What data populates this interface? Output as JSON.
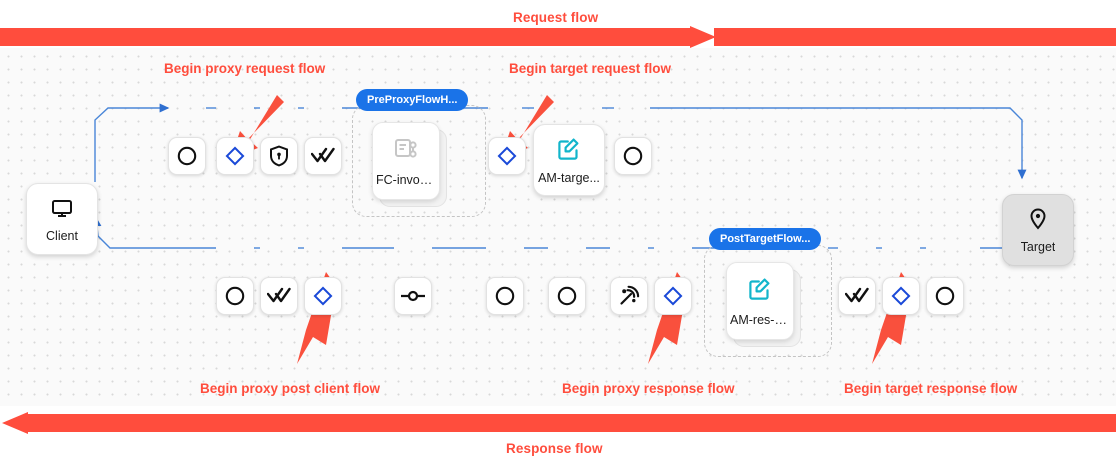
{
  "colors": {
    "red": "#ff4d3d",
    "blue": "#1a73e8",
    "edge": "#4a86d8",
    "teal": "#12b5cb",
    "grey_node": "#e0e0e0"
  },
  "flow_bars": {
    "request": {
      "label": "Request flow",
      "direction": "right"
    },
    "response": {
      "label": "Response flow",
      "direction": "left"
    }
  },
  "annotations": [
    {
      "id": "begin-proxy-request-flow",
      "label": "Begin proxy request flow"
    },
    {
      "id": "begin-target-request-flow",
      "label": "Begin target request flow"
    },
    {
      "id": "begin-proxy-post-client-flow",
      "label": "Begin proxy post client flow"
    },
    {
      "id": "begin-proxy-response-flow",
      "label": "Begin proxy response flow"
    },
    {
      "id": "begin-target-response-flow",
      "label": "Begin target response flow"
    }
  ],
  "endpoints": {
    "client": {
      "label": "Client",
      "icon": "monitor-icon"
    },
    "target": {
      "label": "Target",
      "icon": "location-pin-icon"
    }
  },
  "hook_groups": [
    {
      "id": "pre-proxy-flow-hook",
      "pill": "PreProxyFlowH...",
      "policy": {
        "label": "FC-invok...",
        "icon": "flow-callout-icon",
        "disabled": true
      }
    },
    {
      "id": "post-target-flow-hook",
      "pill": "PostTargetFlow...",
      "policy": {
        "label": "AM-res-h...",
        "icon": "assign-message-icon",
        "disabled": false
      }
    }
  ],
  "policies": [
    {
      "id": "am-target",
      "label": "AM-targe...",
      "icon": "assign-message-icon"
    }
  ],
  "top_row_steps": [
    {
      "id": "step-circle-1",
      "icon": "circle-icon"
    },
    {
      "id": "step-diamond-1",
      "icon": "diamond-icon"
    },
    {
      "id": "step-shield-lock",
      "icon": "shield-lock-icon"
    },
    {
      "id": "step-double-check-1",
      "icon": "double-check-icon"
    }
  ],
  "top_row_steps_2": [
    {
      "id": "step-diamond-2",
      "icon": "diamond-icon"
    }
  ],
  "top_row_steps_3": [
    {
      "id": "step-circle-2",
      "icon": "circle-icon"
    }
  ],
  "bottom_row_steps": [
    {
      "id": "step-circle-3",
      "icon": "circle-icon"
    },
    {
      "id": "step-double-check-2",
      "icon": "double-check-icon"
    },
    {
      "id": "step-diamond-3",
      "icon": "diamond-icon"
    }
  ],
  "bottom_row_steps_2": [
    {
      "id": "step-link-node",
      "icon": "inline-node-icon"
    }
  ],
  "bottom_row_steps_3": [
    {
      "id": "step-circle-4",
      "icon": "circle-icon"
    },
    {
      "id": "step-circle-5",
      "icon": "circle-icon"
    },
    {
      "id": "step-broadcast",
      "icon": "broadcast-icon"
    },
    {
      "id": "step-diamond-4",
      "icon": "diamond-icon"
    }
  ],
  "bottom_row_steps_4": [
    {
      "id": "step-double-check-3",
      "icon": "double-check-icon"
    },
    {
      "id": "step-diamond-5",
      "icon": "diamond-icon"
    },
    {
      "id": "step-circle-6",
      "icon": "circle-icon"
    }
  ]
}
